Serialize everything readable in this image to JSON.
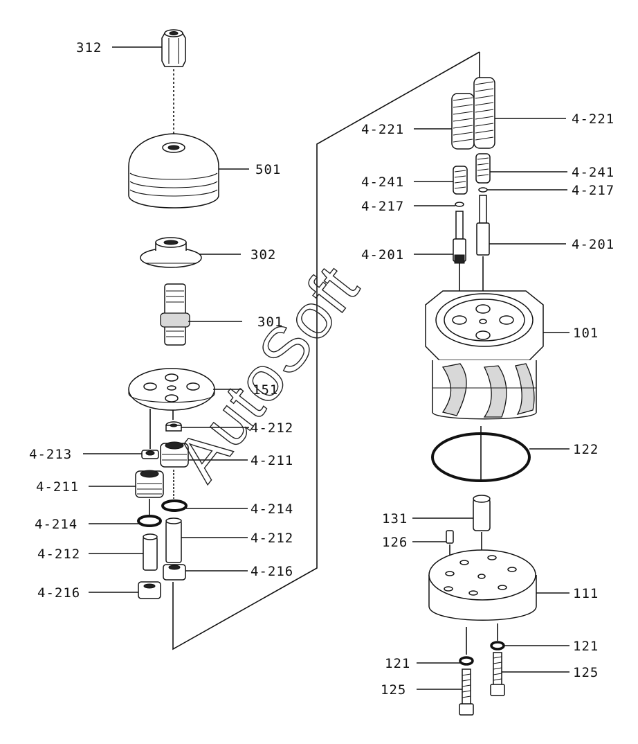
{
  "watermark": "AutoSoft",
  "labels": {
    "l312": "312",
    "l501": "501",
    "l302": "302",
    "l301": "301",
    "l151": "151",
    "l4212a": "4-212",
    "l4213": "4-213",
    "l4211a": "4-211",
    "l4211b": "4-211",
    "l4214a": "4-214",
    "l4214b": "4-214",
    "l4212b": "4-212",
    "l4212c": "4-212",
    "l4216a": "4-216",
    "l4216b": "4-216",
    "l4221a": "4-221",
    "l4221b": "4-221",
    "l4241a": "4-241",
    "l4241b": "4-241",
    "l4217a": "4-217",
    "l4217b": "4-217",
    "l4201a": "4-201",
    "l4201b": "4-201",
    "l101": "101",
    "l122": "122",
    "l131": "131",
    "l126": "126",
    "l111": "111",
    "l121a": "121",
    "l121b": "121",
    "l125a": "125",
    "l125b": "125"
  }
}
